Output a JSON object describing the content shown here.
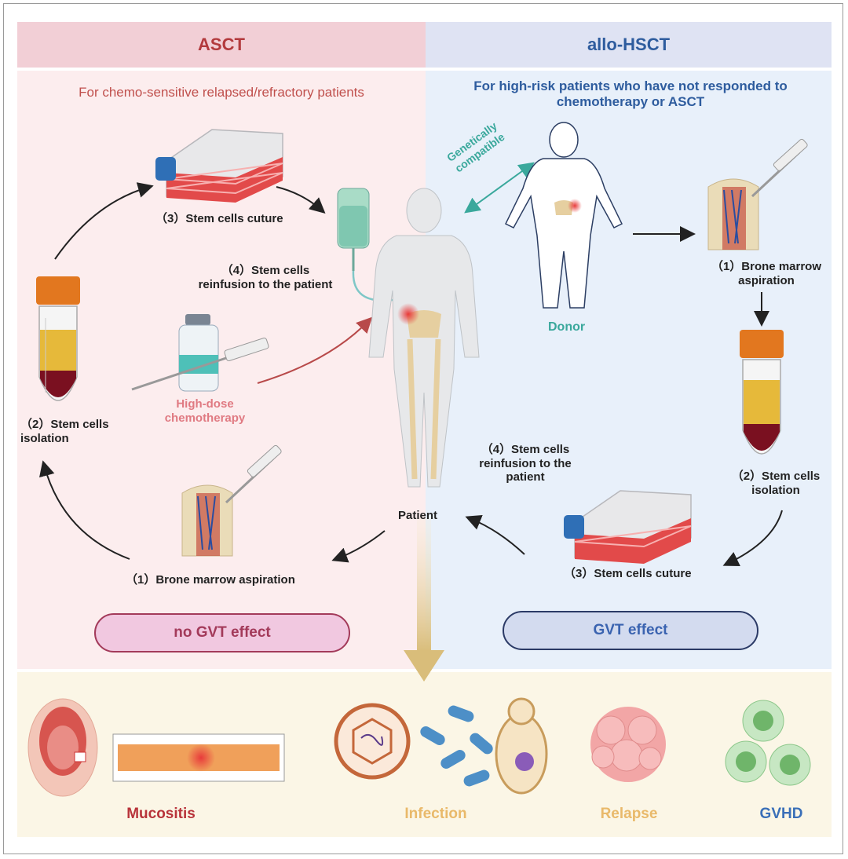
{
  "asct": {
    "title": "ASCT",
    "subtitle": "For chemo-sensitive relapsed/refractory patients",
    "step1": "（1）Brone marrow aspiration",
    "step2": "（2）Stem cells\nisolation",
    "step3": "（3）Stem cells cuture",
    "step4": "（4）Stem cells\nreinfusion to the patient",
    "chemo": "High-dose\nchemotherapy",
    "effect": "no GVT effect"
  },
  "allo": {
    "title": "allo-HSCT",
    "subtitle": "For high-risk patients who have not responded to\nchemotherapy or ASCT",
    "compat": "Genetically\ncompatible",
    "donor": "Donor",
    "step1": "（1）Brone marrow\naspiration",
    "step2": "（2）Stem cells\nisolation",
    "step3": "（3）Stem cells cuture",
    "step4": "（4）Stem cells\nreinfusion to the\npatient",
    "effect": "GVT effect"
  },
  "patient": "Patient",
  "outcomes": {
    "mucositis": "Mucositis",
    "infection": "Infection",
    "relapse": "Relapse",
    "gvhd": "GVHD"
  },
  "colors": {
    "asct_header": "#f2cfd6",
    "asct_panel": "#fcedee",
    "allo_header": "#dfe3f3",
    "allo_panel": "#e8f0fa",
    "bottom_panel": "#fbf6e6",
    "asct_text": "#b33a3d",
    "allo_text": "#2e5c9e",
    "teal": "#3aa89c"
  }
}
